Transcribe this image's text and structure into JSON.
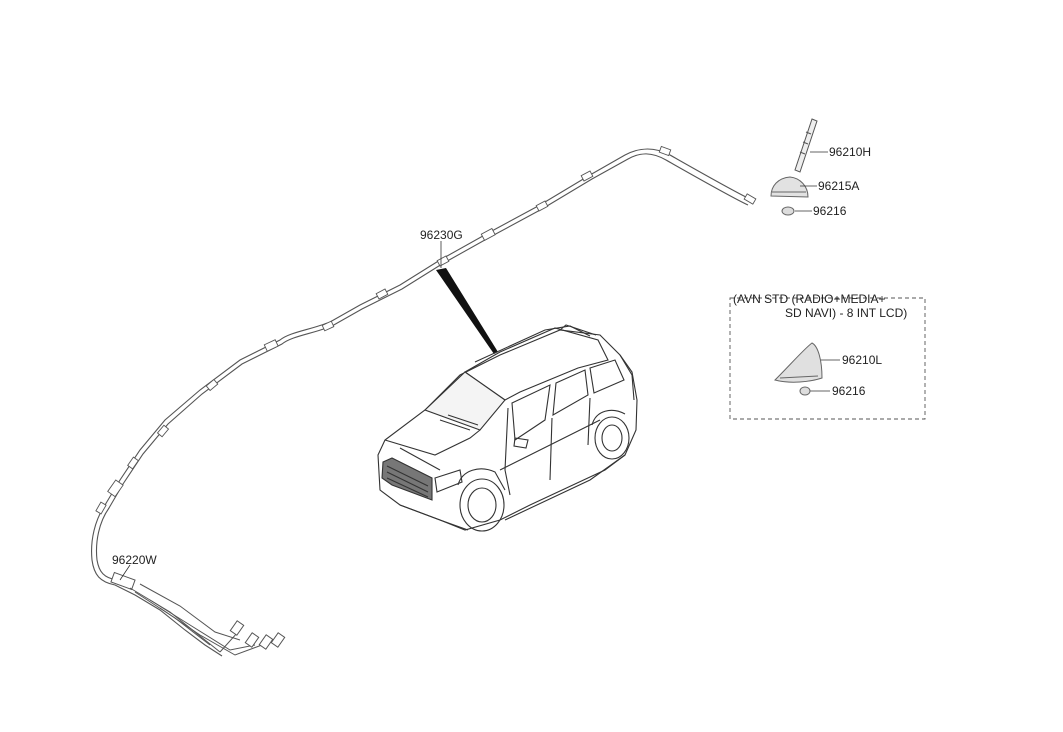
{
  "parts": {
    "rod_antenna": "96210H",
    "base_cover": "96215A",
    "nut_top": "96216",
    "feeder_cable": "96230G",
    "extension_cable": "96220W",
    "shark_fin_antenna": "96210L",
    "nut_optional": "96216"
  },
  "option_box": {
    "line1": "(AVN STD (RADIO+MEDIA+",
    "line2": "SD NAVI) - 8 INT LCD)"
  }
}
